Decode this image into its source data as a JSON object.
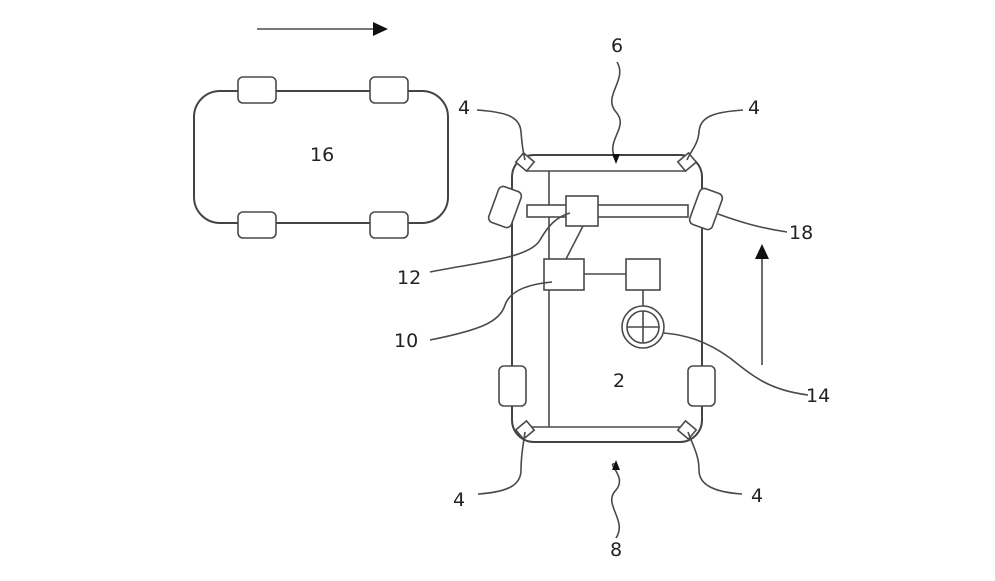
{
  "labels": {
    "vehicle": "2",
    "sensor": "4",
    "front": "6",
    "rear": "8",
    "controller": "10",
    "steering_unit": "12",
    "steering_wheel": "14",
    "other_vehicle": "16",
    "steered_wheel": "18"
  },
  "colors": {
    "line": "#4a4a4a",
    "arrow": "#111111",
    "background": "#ffffff"
  }
}
